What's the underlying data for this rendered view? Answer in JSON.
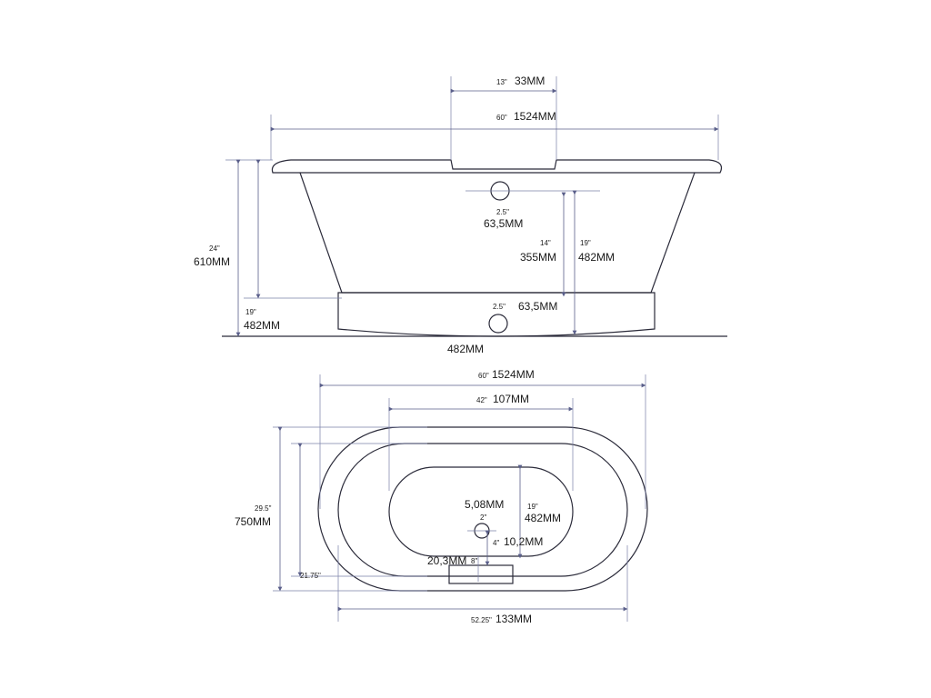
{
  "side_view": {
    "top_small_in": "13\"",
    "top_small_mm": "33MM",
    "length_in": "60\"",
    "length_mm": "1524MM",
    "drain_upper_in": "2.5\"",
    "drain_upper_mm": "63,5MM",
    "inner_depth_in": "14\"",
    "inner_depth_mm": "355MM",
    "depth_in": "19\"",
    "depth_mm": "482MM",
    "height_in": "24\"",
    "height_mm": "610MM",
    "base_height_in": "19\"",
    "base_height_mm": "482MM",
    "drain_lower_in": "2.5\"",
    "drain_lower_mm": "63,5MM",
    "base_width_mm": "482MM"
  },
  "top_view": {
    "length_in": "60\"",
    "length_mm": "1524MM",
    "inner_length_in": "42\"",
    "inner_length_mm": "107MM",
    "width_in": "29.5\"",
    "width_mm": "750MM",
    "inner_width_in": "21.75\"",
    "basin_width_in": "19\"",
    "basin_width_mm": "482MM",
    "drain_mm": "5,08MM",
    "drain_in": "2\"",
    "drain_offset_in": "4\"",
    "drain_offset_mm": "10,2MM",
    "drain_side_mm": "20,3MM",
    "drain_side_in": "8\"",
    "base_length_in": "52.25\"",
    "base_length_mm": "133MM"
  }
}
